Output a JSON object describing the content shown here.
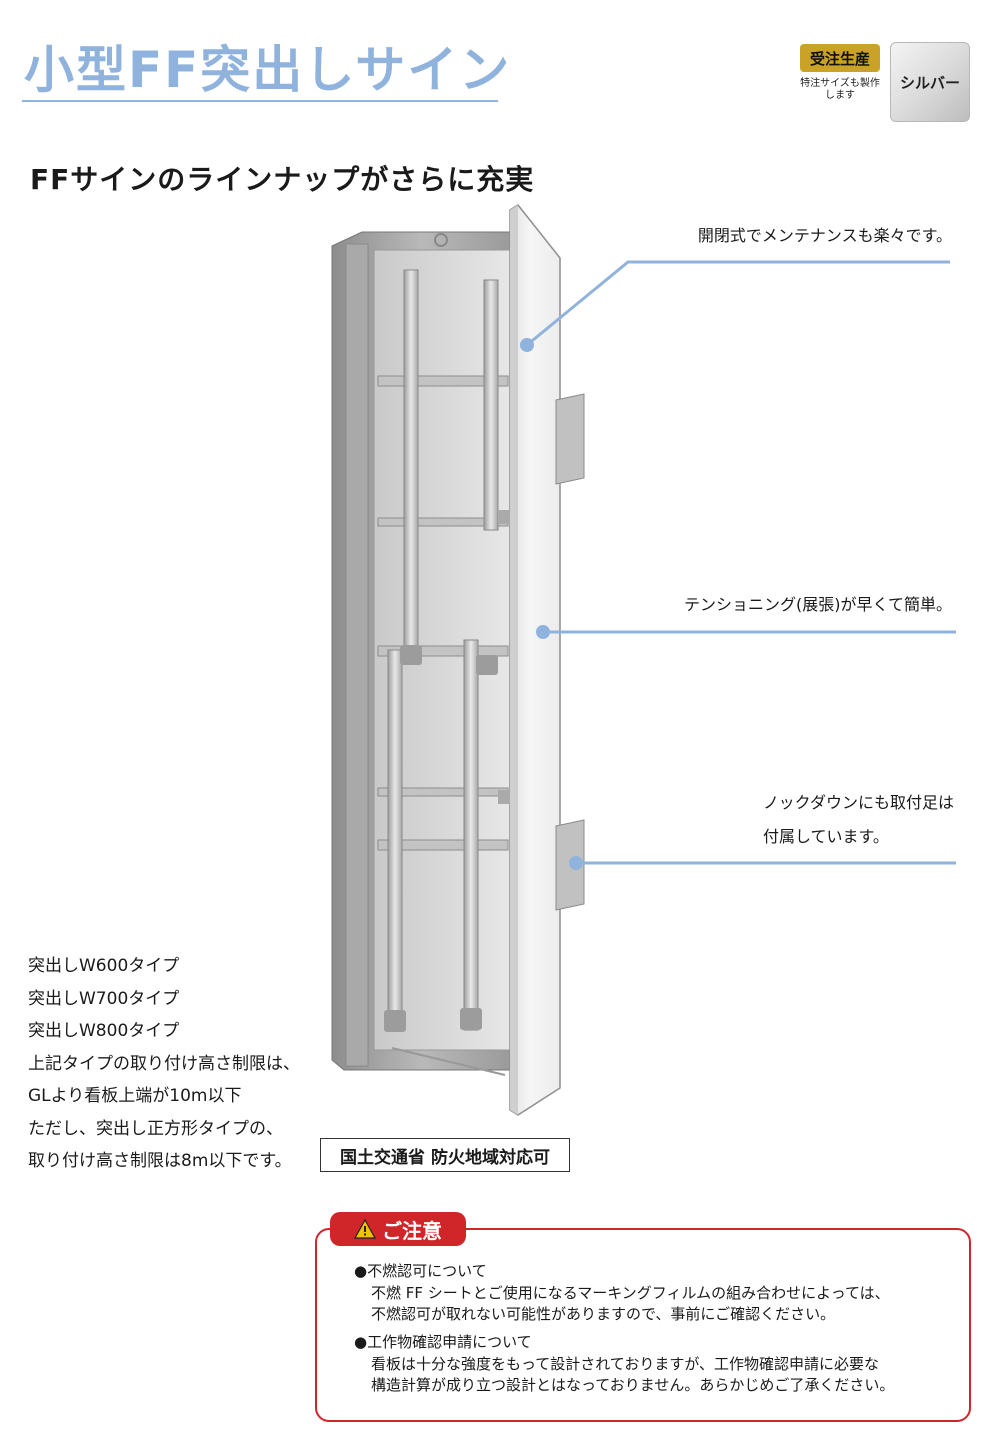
{
  "header": {
    "title": "小型FF突出しサイン",
    "order_badge": "受注生産",
    "order_note": "特注サイズも製作します",
    "finish_badge": "シルバー"
  },
  "subtitle": "FFサインのラインナップがさらに充実",
  "callouts": [
    "開閉式でメンテナンスも楽々です。",
    "テンショニング(展張)が早くて簡単。",
    "ノックダウンにも取付足は",
    "付属しています。"
  ],
  "specs": [
    "突出しW600タイプ",
    "突出しW700タイプ",
    "突出しW800タイプ",
    "上記タイプの取り付け高さ制限は、",
    "GLより看板上端が10m以下",
    "ただし、突出し正方形タイプの、",
    "取り付け高さ制限は8m以下です。"
  ],
  "approval": "国土交通省 防火地域対応可",
  "caution": {
    "label": "ご注意",
    "items": [
      {
        "heading": "●不燃認可について",
        "lines": [
          "不燃 FF シートとご使用になるマーキングフィルムの組み合わせによっては、",
          "不燃認可が取れない可能性がありますので、事前にご確認ください。"
        ]
      },
      {
        "heading": "●工作物確認申請について",
        "lines": [
          "看板は十分な強度をもって設計されておりますが、工作物確認申請に必要な",
          "構造計算が成り立つ設計とはなっておりません。あらかじめご了承ください。"
        ]
      }
    ]
  },
  "colors": {
    "title_blue": "#8fb3dc",
    "leader_blue": "#8fb3dc",
    "badge_gold": "#c9a227",
    "caution_red": "#d0262a"
  },
  "icons": {
    "caution": "warning-triangle-icon"
  }
}
